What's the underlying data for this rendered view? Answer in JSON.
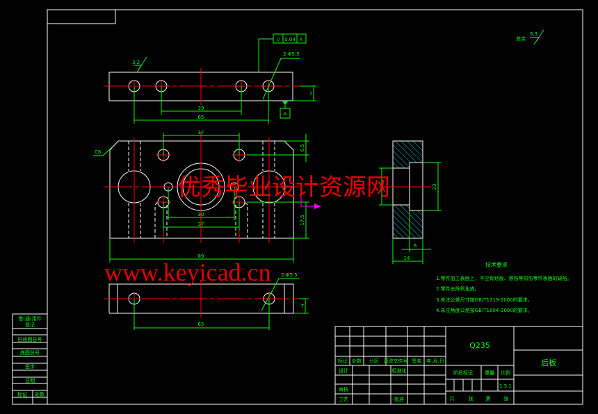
{
  "drawing": {
    "surface_finish_rest": {
      "prefix": "其余",
      "value": "6.3"
    },
    "top_view": {
      "roughness": "3.2",
      "hole_callout": "2-Φ5.5",
      "dim_inner": "39",
      "dim_outer": "65",
      "dim_thickness": "7",
      "flatness": {
        "symbol": "//",
        "tolerance": "0.04",
        "datum": "A"
      },
      "datum_label": "A"
    },
    "front_view": {
      "chamfer": "C6",
      "dim_top": "37",
      "dim_mid": "30",
      "dim_bottom": "37",
      "dim_width": "89",
      "dim_right_top": "6.5",
      "dim_right_bottom": "17.5"
    },
    "side_view": {
      "dim_height": "23",
      "dim_step": "6",
      "dim_width": "14"
    },
    "bottom_view": {
      "hole_callout": "2-Φ5.5",
      "dim_outer": "65",
      "dim_thickness": "7"
    }
  },
  "requirements": {
    "title": "技术要求",
    "items": [
      "1.零件加工表面上，不应有划痕、擦伤等损伤零件表面的缺陷。",
      "2.零件去除氧化皮。",
      "3.未注公差尺寸按GB/T1219-2000的要求。",
      "4.未注角度公差按GB/T1804-2000的要求。"
    ]
  },
  "watermark": {
    "line1": "优秀毕业设计资源网",
    "line2": "www.keyicad.cn"
  },
  "title_block": {
    "material": "Q235",
    "part_name": "后板",
    "headers": [
      "标记",
      "处数",
      "分区",
      "更改文件号",
      "签名",
      "年.月.日"
    ],
    "design": "设计",
    "standardize": "标准化",
    "review": "审核",
    "process": "工艺",
    "approve": "批准",
    "stage_mark": "阶段标记",
    "weight": "重量",
    "scale_label": "比例",
    "scale": "1.5:1",
    "sheets": [
      "共",
      "张",
      "第",
      "张"
    ]
  },
  "left_strip": {
    "items": [
      "借(通)用件",
      "登记",
      "旧底图总号",
      "底图总号",
      "签字",
      "日期"
    ],
    "mark": "标记",
    "count": "处数"
  }
}
